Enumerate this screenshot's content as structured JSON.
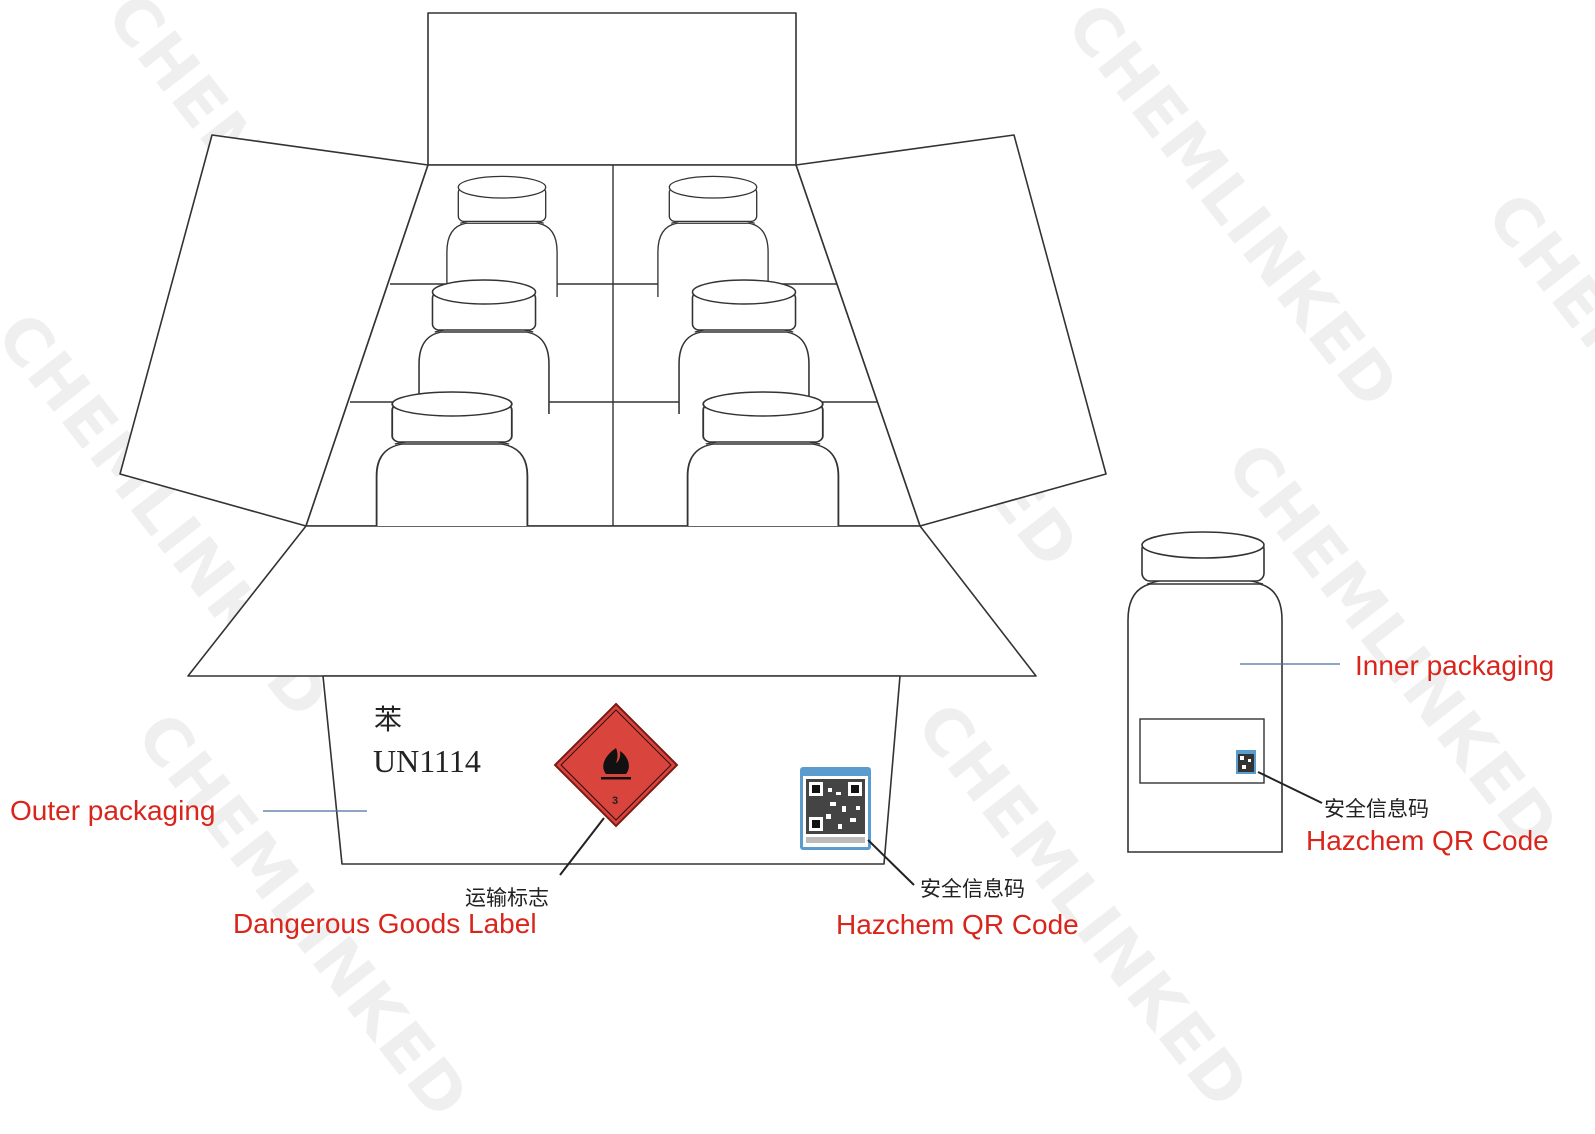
{
  "watermark": {
    "text": "CHEMLINKED",
    "color": "#efefef"
  },
  "outer_box": {
    "product_name_cn": "苯",
    "un_number": "UN1114",
    "hazard_label": {
      "class_number": "3",
      "symbol": "flame-icon",
      "color": "#d9453d"
    },
    "qr_code": {
      "header_color": "#4a90c4"
    }
  },
  "labels": {
    "outer_packaging": "Outer packaging",
    "dangerous_goods_cn": "运输标志",
    "dangerous_goods_en": "Dangerous Goods Label",
    "box_qr_cn": "安全信息码",
    "box_qr_en": "Hazchem QR Code",
    "inner_packaging": "Inner packaging",
    "bottle_qr_cn": "安全信息码",
    "bottle_qr_en": "Hazchem QR Code"
  },
  "colors": {
    "label_red": "#d9251c",
    "leader_blue": "#4a6fa5",
    "line": "#333333"
  }
}
